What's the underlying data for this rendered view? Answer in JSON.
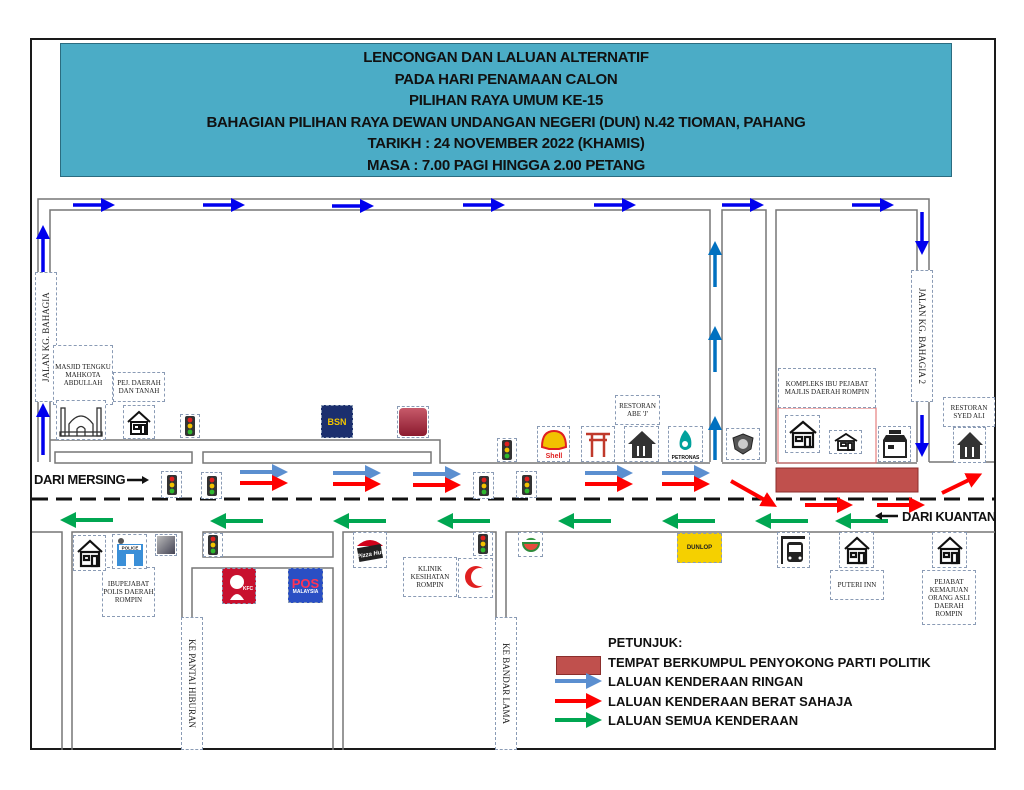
{
  "banner": {
    "lines": [
      "LENCONGAN DAN LALUAN  ALTERNATIF",
      "PADA HARI PENAMAAN CALON",
      "PILIHAN RAYA UMUM KE-15",
      "BAHAGIAN PILIHAN RAYA DEWAN UNDANGAN NEGERI (DUN) N.42 TIOMAN, PAHANG",
      "TARIKH : 24 NOVEMBER 2022 (KHAMIS)",
      "MASA : 7.00 PAGI HINGGA 2.00 PETANG"
    ],
    "color": "#4bacc6"
  },
  "roads": {
    "jalan_kg_bahagia": "JALAN KG. BAHAGIA",
    "jalan_kg_bahagia_2": "JALAN KG. BAHAGIA 2",
    "ke_pantai_hiburan": "KE PANTAI HIBURAN",
    "ke_bandar_lama": "KE BANDAR LAMA"
  },
  "directions": {
    "from_mersing": "DARI MERSING",
    "from_kuantan": "DARI KUANTAN"
  },
  "places": {
    "masjid": "MASJID TENGKU MAHKOTA ABDULLAH",
    "pej_daerah": "PEJ. DAERAH DAN TANAH",
    "restoran_abe": "RESTORAN ABE 'J'",
    "kompleks": "KOMPLEKS IBU PEJABAT MAJLIS DAERAH ROMPIN",
    "restoran_syed": "RESTORAN SYED ALI",
    "ibu_pejabat_polis": "IBUPEJABAT POLIS DAERAH ROMPIN",
    "klinik": "KLINIK KESIHATAN ROMPIN",
    "puteri_inn": "PUTERI INN",
    "pejabat_kemajuan": "PEJABAT KEMAJUAN ORANG ASLI DAERAH ROMPIN"
  },
  "logos": {
    "bsn": "BSN",
    "shell": "Shell",
    "petronas": "PETRONAS",
    "police": "POLICE",
    "kfc": "KFC",
    "pos": "POS",
    "pos_sub": "MALAYSIA",
    "pizza_hut": "Pizza Hut",
    "dunlop": "DUNLOP"
  },
  "legend": {
    "title": "PETUNJUK:",
    "items": [
      {
        "label": "TEMPAT BERKUMPUL PENYOKONG PARTI POLITIK",
        "type": "area",
        "color": "#c0504d"
      },
      {
        "label": "LALUAN KENDERAAN  RINGAN",
        "type": "arrow",
        "color": "#4f81bd"
      },
      {
        "label": "LALUAN KENDERAAN  BERAT SAHAJA",
        "type": "arrow",
        "color": "#ff0000"
      },
      {
        "label": "LALUAN SEMUA KENDERAAN",
        "type": "arrow",
        "color": "#00b050"
      }
    ]
  },
  "colors": {
    "blue_route": "#0000ee",
    "light_route": "#0070c0",
    "gathering_area": "#c0504d"
  }
}
